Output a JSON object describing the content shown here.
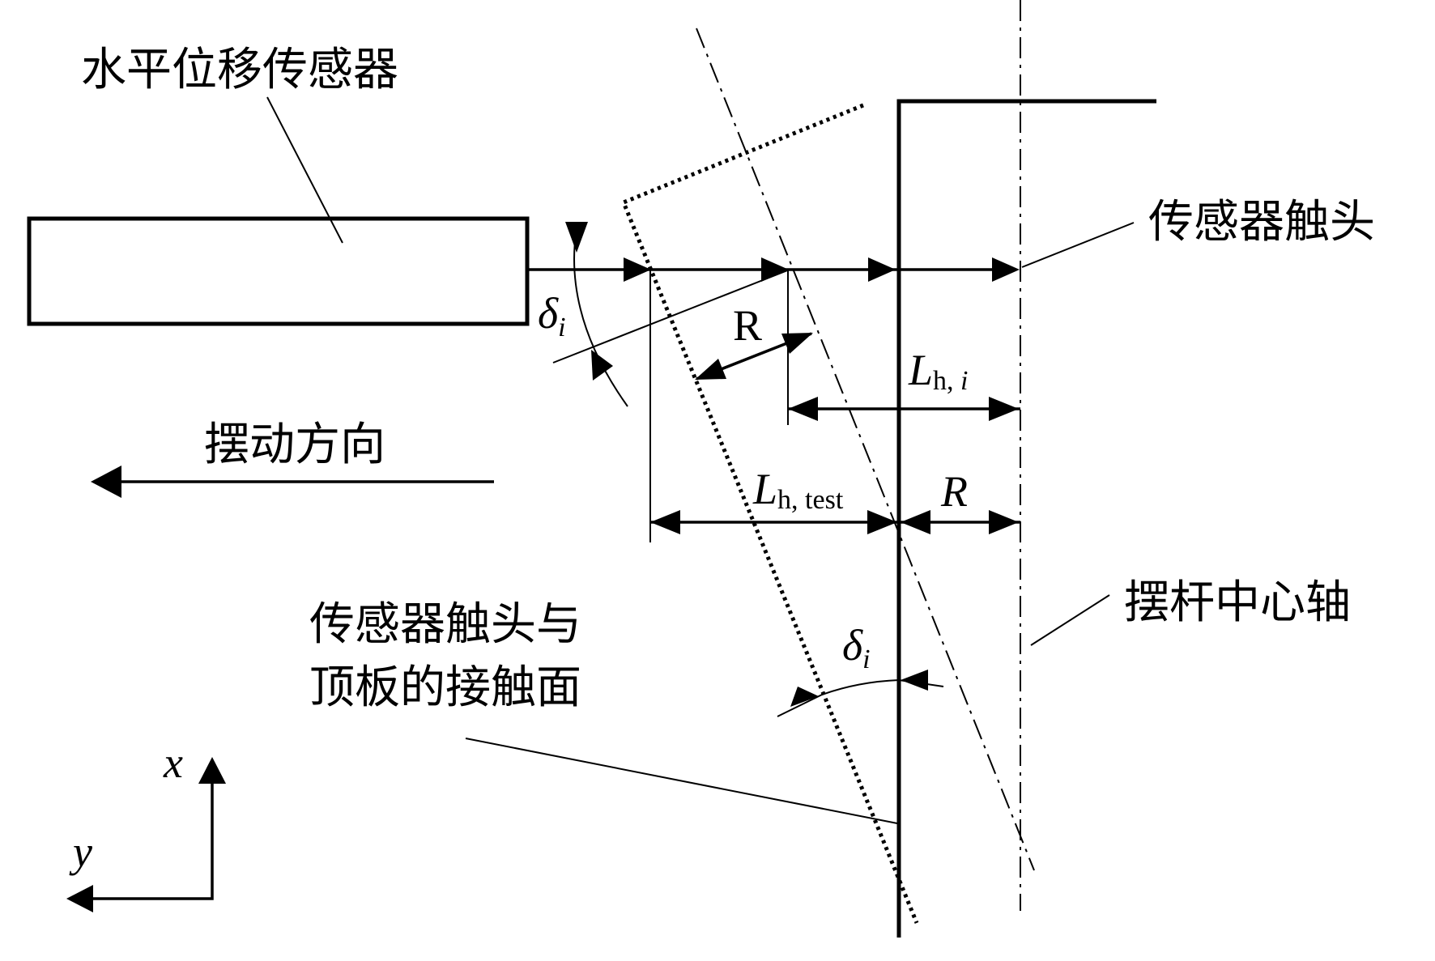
{
  "labels": {
    "sensor": "水平位移传感器",
    "sensor_tip": "传感器触头",
    "swing_direction": "摆动方向",
    "contact_line1": "传感器触头与",
    "contact_line2": "顶板的接触面",
    "center_axis": "摆杆中心轴"
  },
  "symbols": {
    "delta": "δ",
    "delta_sub": "i",
    "R_upright": "R",
    "R_italic": "R",
    "L": "L",
    "L_hi_sub": "h, ",
    "L_hi_sub_i": "i",
    "L_test_sub": "h, test",
    "axis_x": "x",
    "axis_y": "y"
  }
}
